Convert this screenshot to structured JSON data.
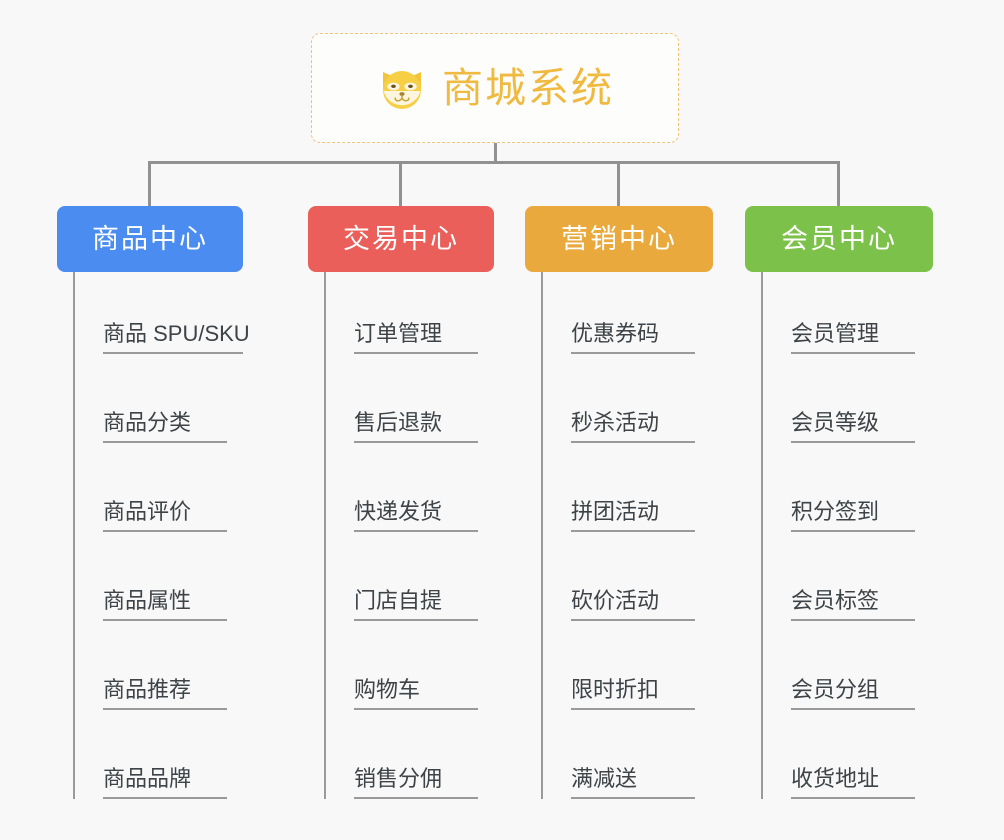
{
  "canvas": {
    "background_color": "#f8f8f8",
    "line_color": "#919191"
  },
  "root": {
    "title": "商城系统",
    "icon": "shiba-inu-dog-face-icon",
    "text_color": "#f0b93f",
    "border_color": "#f0c478",
    "background_color": "#fdfdfc"
  },
  "columns": [
    {
      "title": "商品中心",
      "color": "#4a8cf0",
      "text_color": "#ffffff",
      "items": [
        {
          "label": "商品 SPU/SKU"
        },
        {
          "label": "商品分类"
        },
        {
          "label": "商品评价"
        },
        {
          "label": "商品属性"
        },
        {
          "label": "商品推荐"
        },
        {
          "label": "商品品牌"
        }
      ]
    },
    {
      "title": "交易中心",
      "color": "#ea5f5a",
      "text_color": "#ffffff",
      "items": [
        {
          "label": "订单管理"
        },
        {
          "label": "售后退款"
        },
        {
          "label": "快递发货"
        },
        {
          "label": "门店自提"
        },
        {
          "label": "购物车"
        },
        {
          "label": "销售分佣"
        }
      ]
    },
    {
      "title": "营销中心",
      "color": "#e9a93c",
      "text_color": "#ffffff",
      "items": [
        {
          "label": "优惠券码"
        },
        {
          "label": "秒杀活动"
        },
        {
          "label": "拼团活动"
        },
        {
          "label": "砍价活动"
        },
        {
          "label": "限时折扣"
        },
        {
          "label": "满减送"
        }
      ]
    },
    {
      "title": "会员中心",
      "color": "#7cc24a",
      "text_color": "#ffffff",
      "items": [
        {
          "label": "会员管理"
        },
        {
          "label": "会员等级"
        },
        {
          "label": "积分签到"
        },
        {
          "label": "会员标签"
        },
        {
          "label": "会员分组"
        },
        {
          "label": "收货地址"
        }
      ]
    }
  ]
}
